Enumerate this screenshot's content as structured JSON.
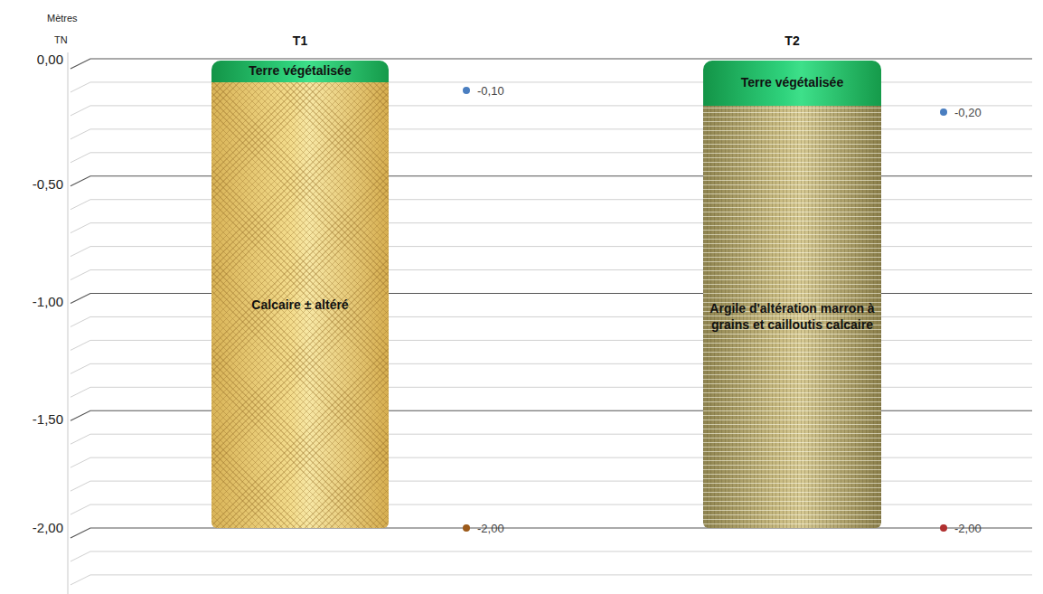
{
  "diagram": {
    "nodes": [
      {
        "text": [
          "T1"
        ]
      },
      {
        "text": [
          "Terre végétalisée"
        ],
        "in": 0
      },
      {
        "text": [
          "Calcaire ± altéré"
        ],
        "in": 0
      },
      {
        "text": [
          "T2"
        ]
      },
      {
        "text": [
          "Terre végétalisée"
        ],
        "in": 3
      },
      {
        "text": [
          "Argile d'altération marron à grains et cailloutis calcaire"
        ],
        "in": 3
      }
    ],
    "labels": [
      "Mètres",
      "TN",
      "0,00",
      "-0,50",
      "-1,00",
      "-1,50",
      "-2,00",
      "-0,10",
      "-2,00",
      "-0,20",
      "-2,00"
    ]
  }
}
